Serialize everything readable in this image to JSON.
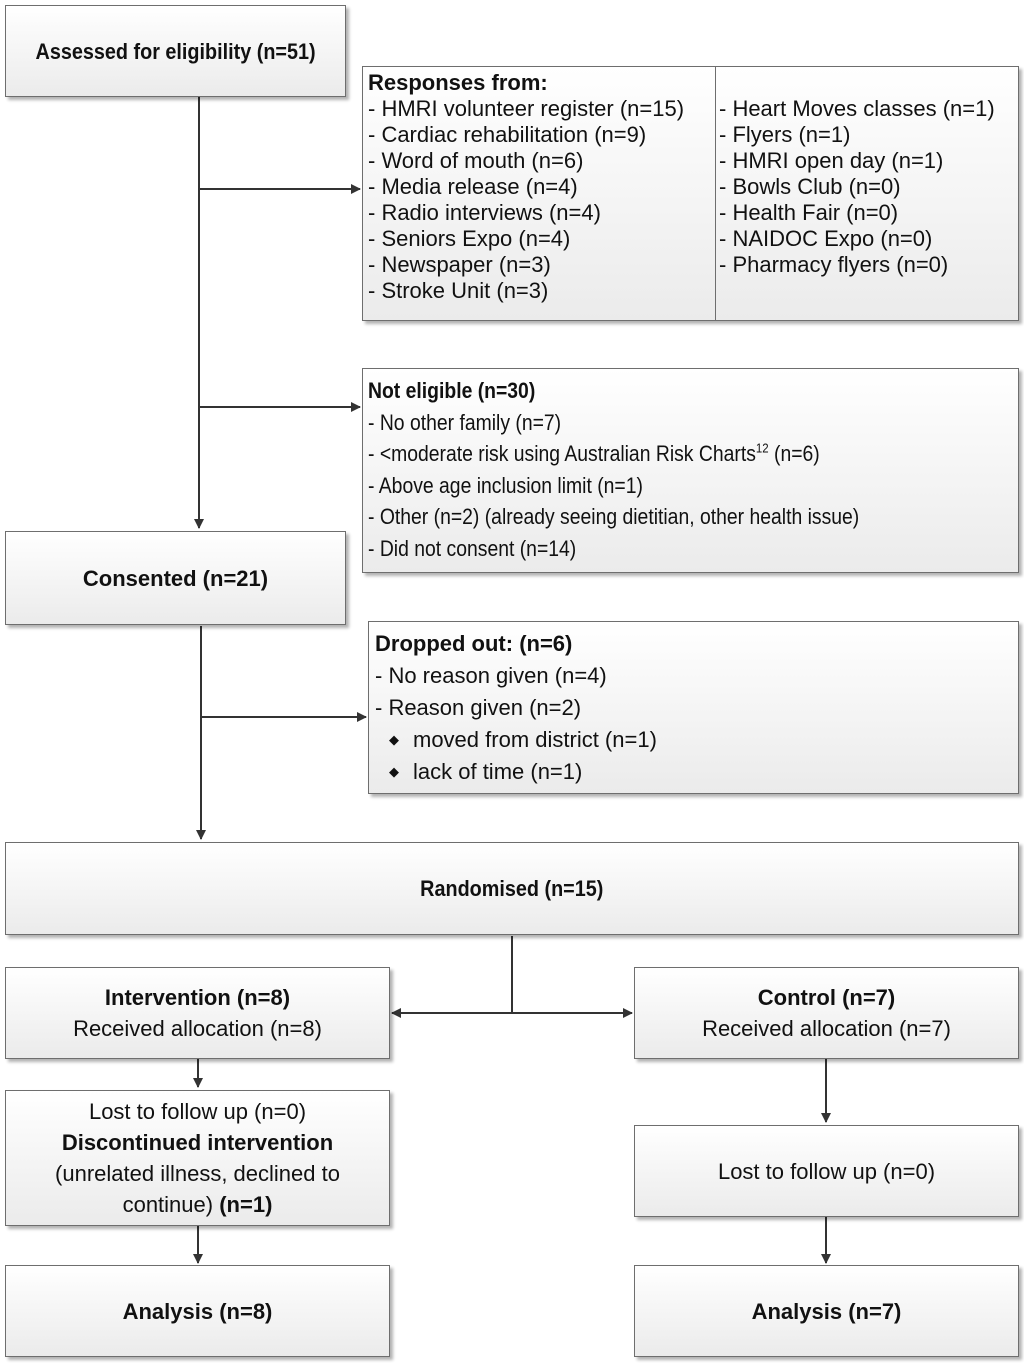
{
  "assessed": {
    "label": "Assessed for eligibility (n=51)"
  },
  "responses": {
    "heading": "Responses from:",
    "left": [
      "- HMRI volunteer register (n=15)",
      "- Cardiac rehabilitation (n=9)",
      "- Word of mouth (n=6)",
      "- Media release (n=4)",
      "- Radio interviews (n=4)",
      "- Seniors Expo (n=4)",
      "- Newspaper (n=3)",
      "- Stroke Unit (n=3)"
    ],
    "right": [
      "- Heart Moves classes (n=1)",
      "- Flyers (n=1)",
      "- HMRI open day (n=1)",
      "- Bowls Club (n=0)",
      "- Health Fair (n=0)",
      "- NAIDOC Expo (n=0)",
      "- Pharmacy flyers (n=0)"
    ]
  },
  "not_eligible": {
    "heading": "Not eligible (n=30)",
    "items": {
      "family": "- No other family (n=7)",
      "risk_prefix": "- <moderate risk using Australian Risk Charts",
      "risk_ref": "12",
      "risk_suffix": " (n=6)",
      "age": "- Above age inclusion limit (n=1)",
      "other": "- Other (n=2) (already seeing dietitian, other health issue)",
      "no_consent": "- Did not consent (n=14)"
    }
  },
  "consented": {
    "label": "Consented (n=21)"
  },
  "dropped": {
    "heading": "Dropped out: (n=6)",
    "no_reason": "- No reason given (n=4)",
    "reason": "- Reason given (n=2)",
    "bullets": [
      "moved from district (n=1)",
      "lack of time (n=1)"
    ]
  },
  "randomised": {
    "label": "Randomised (n=15)"
  },
  "intervention": {
    "title": "Intervention (n=8)",
    "allocation": "Received allocation (n=8)",
    "followup": {
      "lost": "Lost to follow up (n=0)",
      "discontinued": "Discontinued intervention",
      "reason": "(unrelated illness, declined to",
      "continue": "continue)",
      "count": "(n=1)"
    },
    "analysis": "Analysis (n=8)"
  },
  "control": {
    "title": "Control (n=7)",
    "allocation": "Received allocation (n=7)",
    "followup": "Lost to follow up (n=0)",
    "analysis": "Analysis (n=7)"
  },
  "colors": {
    "line": "#333333",
    "border": "#6e6e6e",
    "box_top": "#ffffff",
    "box_bottom": "#ebebeb"
  }
}
